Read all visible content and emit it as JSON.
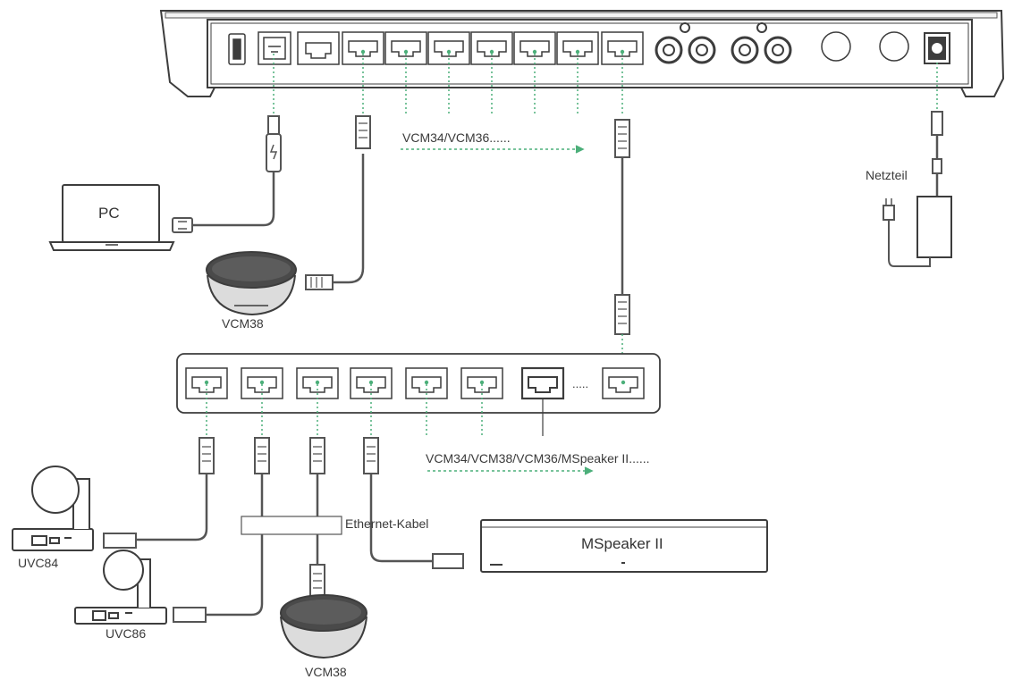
{
  "labels": {
    "vcm_chain_top": "VCM34/VCM36......",
    "vcm_chain_bottom": "VCM34/VCM38/VCM36/MSpeaker II......",
    "power_supply": "Netzteil",
    "pc": "PC",
    "vcm38_top": "VCM38",
    "vcm38_bottom": "VCM38",
    "ethernet_cable": "Ethernet-Kabel",
    "mspeaker": "MSpeaker II",
    "uvc84": "UVC84",
    "uvc86": "UVC86",
    "hub_ellipsis": "....."
  },
  "colors": {
    "line": "#3d3d3d",
    "cable": "#555555",
    "dotted_connector": "#4caf7a",
    "background": "#ffffff"
  }
}
